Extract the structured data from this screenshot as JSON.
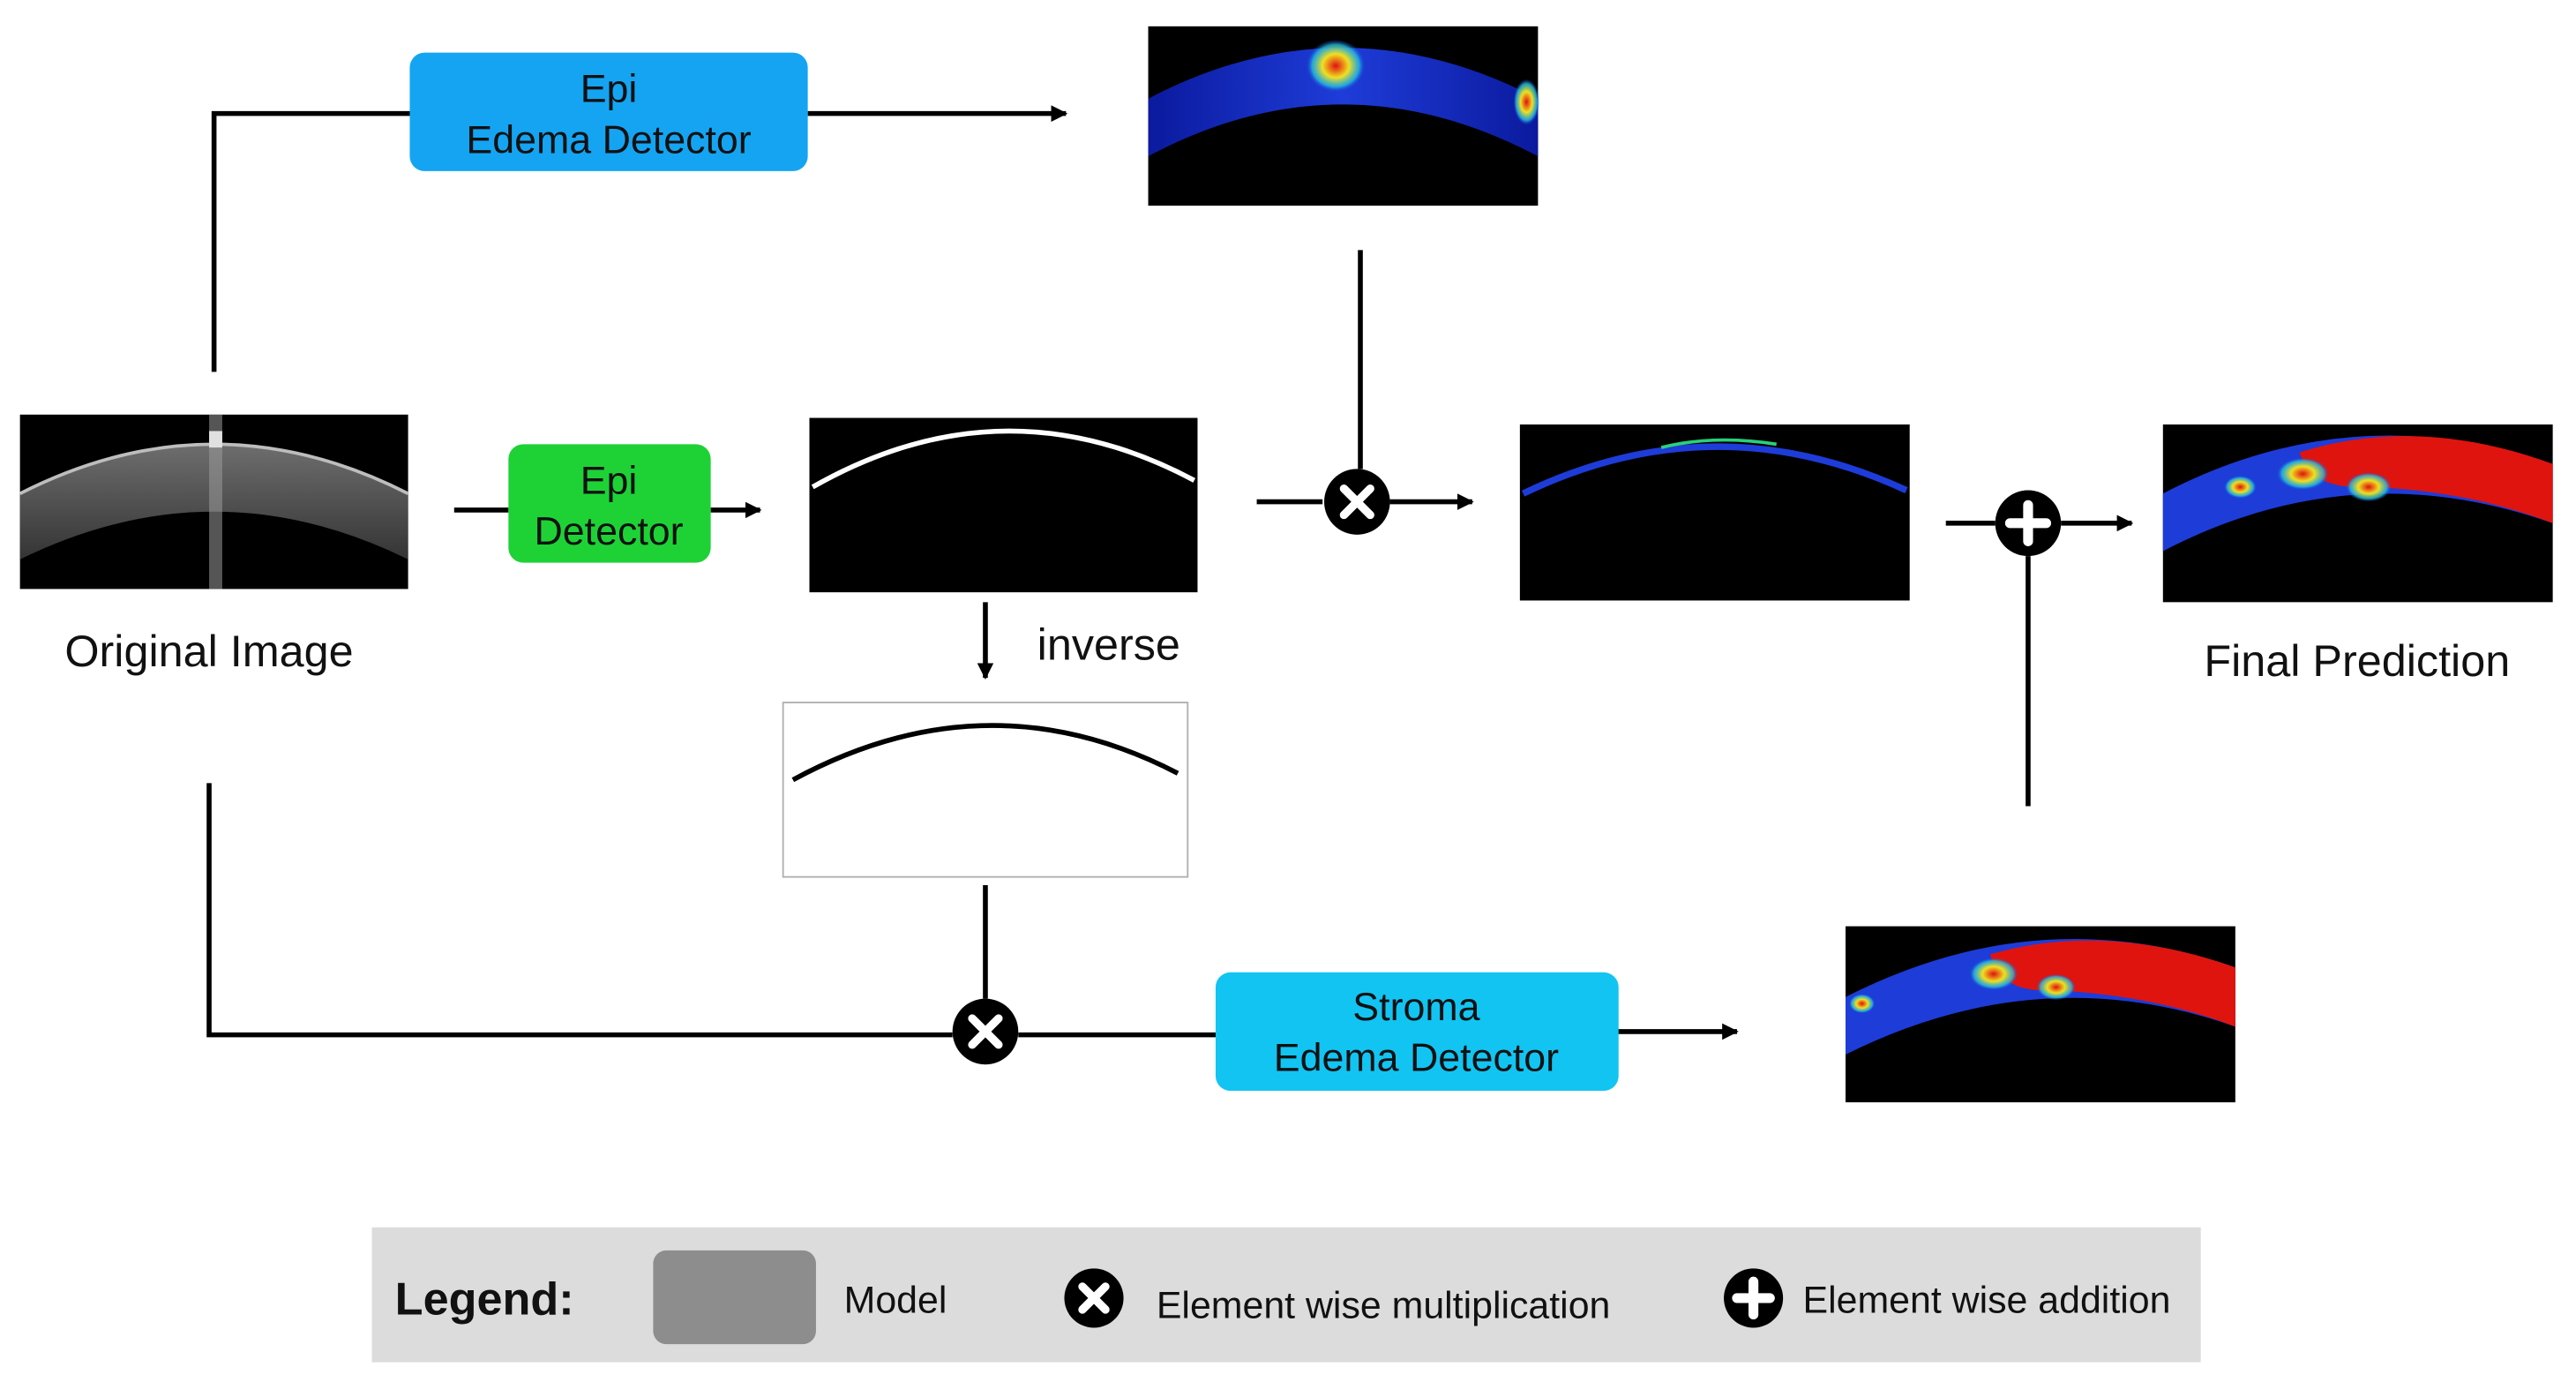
{
  "models": {
    "epi_edema": {
      "line1": "Epi",
      "line2": "Edema Detector",
      "color": "#15a4f2"
    },
    "epi": {
      "line1": "Epi",
      "line2": "Detector",
      "color": "#1ed236"
    },
    "stroma_edema": {
      "line1": "Stroma",
      "line2": "Edema Detector",
      "color": "#12c4f2"
    }
  },
  "labels": {
    "original_image": "Original Image",
    "inverse": "inverse",
    "final_prediction": "Final Prediction"
  },
  "legend": {
    "title": "Legend:",
    "model": "Model",
    "multiplication": "Element wise multiplication",
    "addition": "Element wise addition",
    "model_swatch_color": "#8d8d8d"
  },
  "colors": {
    "line": "#000000",
    "legend_bg": "#dcdcdc",
    "heat_low": "#1228c8",
    "heat_high": "#e0140e"
  }
}
